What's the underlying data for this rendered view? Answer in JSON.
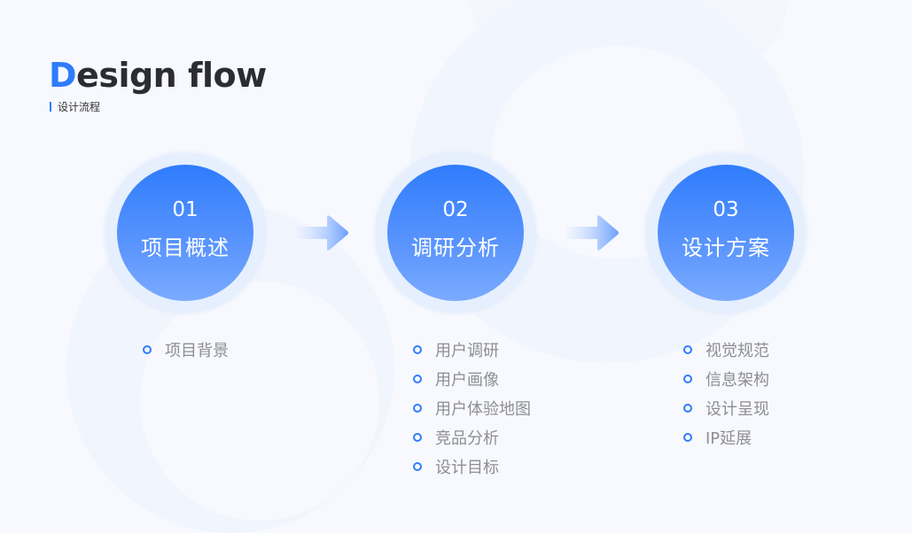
{
  "header": {
    "title_first_letter": "D",
    "title_rest": "esign flow",
    "subtitle": "设计流程"
  },
  "colors": {
    "accent": "#2f7cfd",
    "circle_gradient_top": "#2f7cfd",
    "circle_gradient_bottom": "#7aabfe",
    "ring": "#e6effd",
    "background": "#f7f9fe",
    "list_text": "#8e8e93",
    "title_text": "#2b2d33"
  },
  "steps": [
    {
      "number": "01",
      "label": "项目概述",
      "items": [
        "项目背景"
      ]
    },
    {
      "number": "02",
      "label": "调研分析",
      "items": [
        "用户调研",
        "用户画像",
        "用户体验地图",
        "竞品分析",
        "设计目标"
      ]
    },
    {
      "number": "03",
      "label": "设计方案",
      "items": [
        "视觉规范",
        "信息架构",
        "设计呈现",
        "IP延展"
      ]
    }
  ],
  "icons": {
    "arrow": "arrow-right-icon",
    "bullet": "circle-outline-icon"
  }
}
